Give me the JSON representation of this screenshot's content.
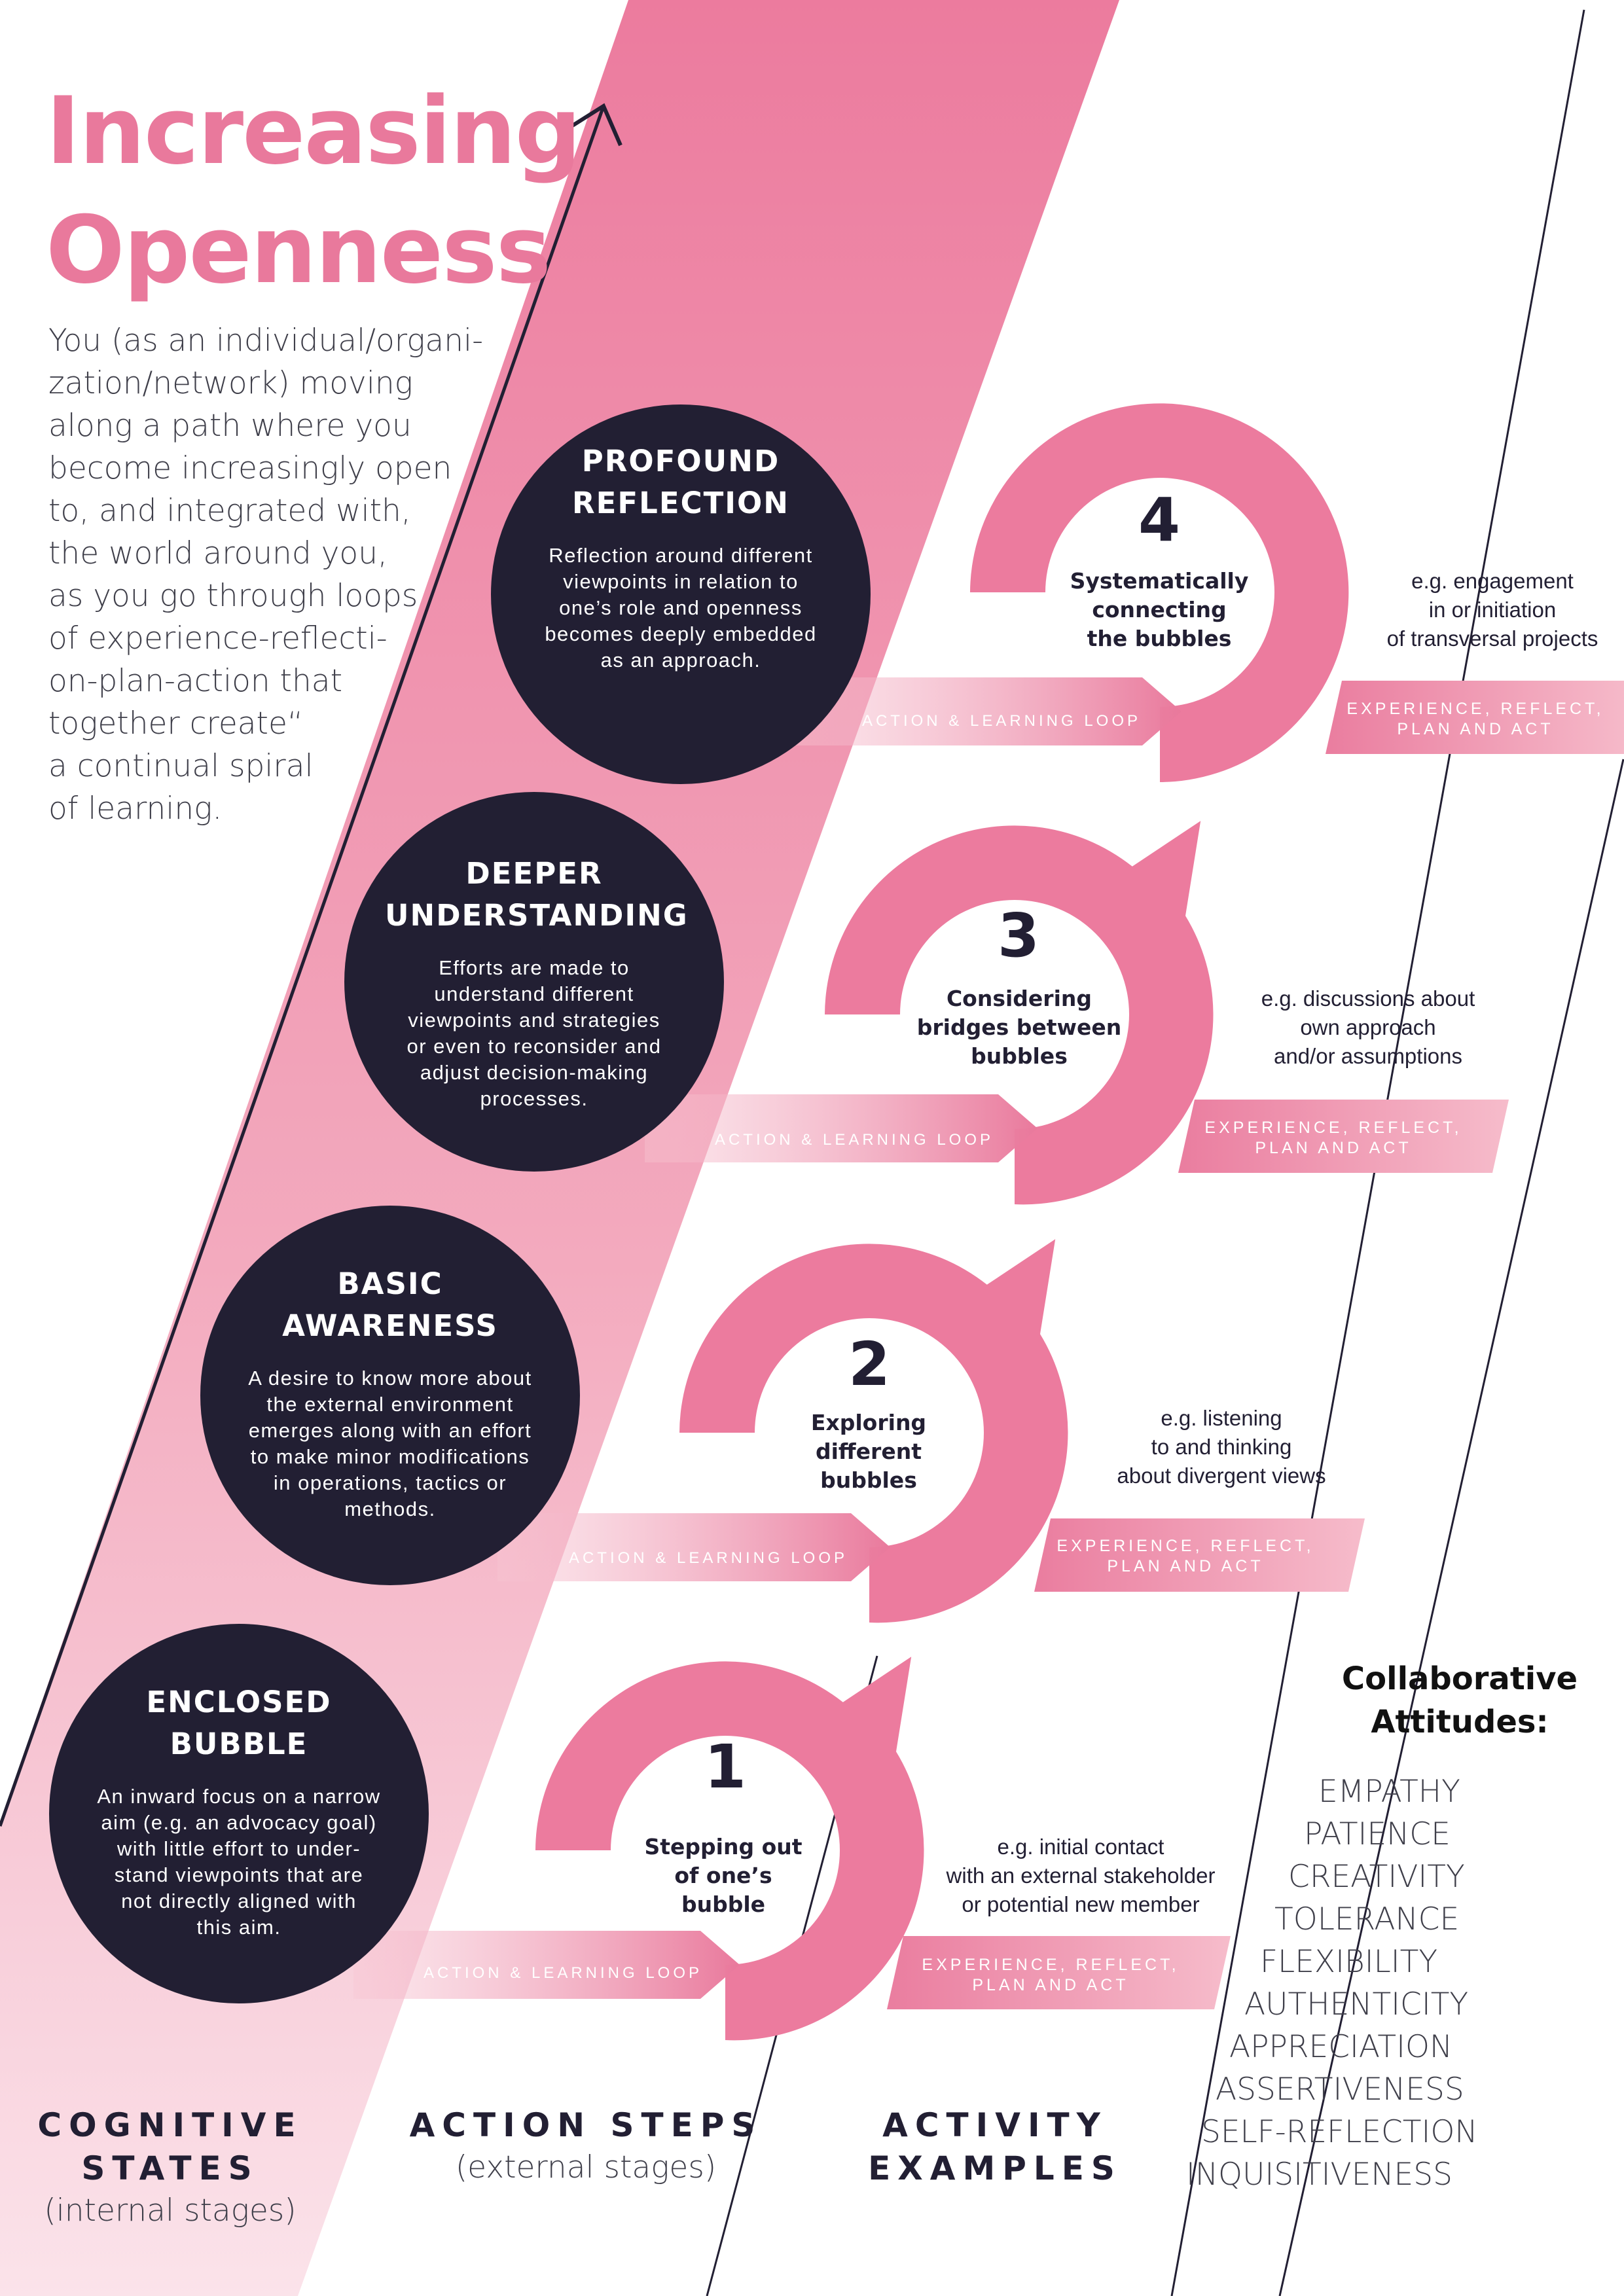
{
  "title": {
    "line1": "Increasing",
    "line2": "Openness"
  },
  "intro": [
    "You (as an individual/organi-",
    "zation/network) moving",
    "along a path where you",
    "become increasingly open",
    "to, and integrated with,",
    "the world around you,",
    "as you go through loops",
    "of experience-reflecti-",
    "on-plan-action that",
    "together create“",
    "a continual spiral",
    "of learning."
  ],
  "levels": [
    {
      "state_title": "ENCLOSED\nBUBBLE",
      "state_text": "An inward focus on a narrow\naim (e.g. an advocacy goal)\nwith little effort to under-\nstand viewpoints that are\nnot directly aligned with\nthis aim.",
      "number": "1",
      "step": "Stepping out\nof one’s\nbubble",
      "loop": "ACTION & LEARNING LOOP",
      "example": "e.g. initial contact\nwith an external stakeholder\nor potential new member",
      "erpa": "EXPERIENCE, REFLECT,\nPLAN AND ACT"
    },
    {
      "state_title": "BASIC\nAWARENESS",
      "state_text": "A desire to know more about\nthe external environment\nemerges along with an effort\nto make minor modifications\nin operations, tactics or\nmethods.",
      "number": "2",
      "step": "Exploring\ndifferent\nbubbles",
      "loop": "ACTION & LEARNING LOOP",
      "example": "e.g. listening\nto and thinking\nabout divergent views",
      "erpa": "EXPERIENCE, REFLECT,\nPLAN AND ACT"
    },
    {
      "state_title": "DEEPER\nUNDERSTANDING",
      "state_text": "Efforts are made to\nunderstand different\nviewpoints and strategies\nor even to reconsider and\nadjust decision-making\nprocesses.",
      "number": "3",
      "step": "Considering\nbridges between\nbubbles",
      "loop": "ACTION & LEARNING LOOP",
      "example": "e.g. discussions about\nown approach\nand/or assumptions",
      "erpa": "EXPERIENCE, REFLECT,\nPLAN AND ACT"
    },
    {
      "state_title": "PROFOUND\nREFLECTION",
      "state_text": "Reflection around different\nviewpoints in relation to\none’s role and openness\nbecomes deeply embedded\nas an approach.",
      "number": "4",
      "step": "Systematically\nconnecting\nthe bubbles",
      "loop": "ACTION & LEARNING LOOP",
      "example": "e.g. engagement\nin or initiation\nof transversal projects",
      "erpa": "EXPERIENCE, REFLECT,\nPLAN AND ACT"
    }
  ],
  "attitudes": {
    "title": "Collaborative\nAttitudes:",
    "items": [
      "EMPATHY",
      "PATIENCE",
      "CREATIVITY",
      "TOLERANCE",
      "FLEXIBILITY",
      "AUTHENTICITY",
      "APPRECIATION",
      "ASSERTIVENESS",
      "SELF-REFLECTION",
      "INQUISITIVENESS"
    ]
  },
  "columns": [
    {
      "main": "COGNITIVE\nSTATES",
      "sub": "(internal stages)"
    },
    {
      "main": "ACTION STEPS",
      "sub": "(external stages)"
    },
    {
      "main": "ACTIVITY\nEXAMPLES",
      "sub": ""
    }
  ],
  "colors": {
    "pink": "#e9799c",
    "navy": "#221f33",
    "pale_pink": "#f9dbe4"
  }
}
